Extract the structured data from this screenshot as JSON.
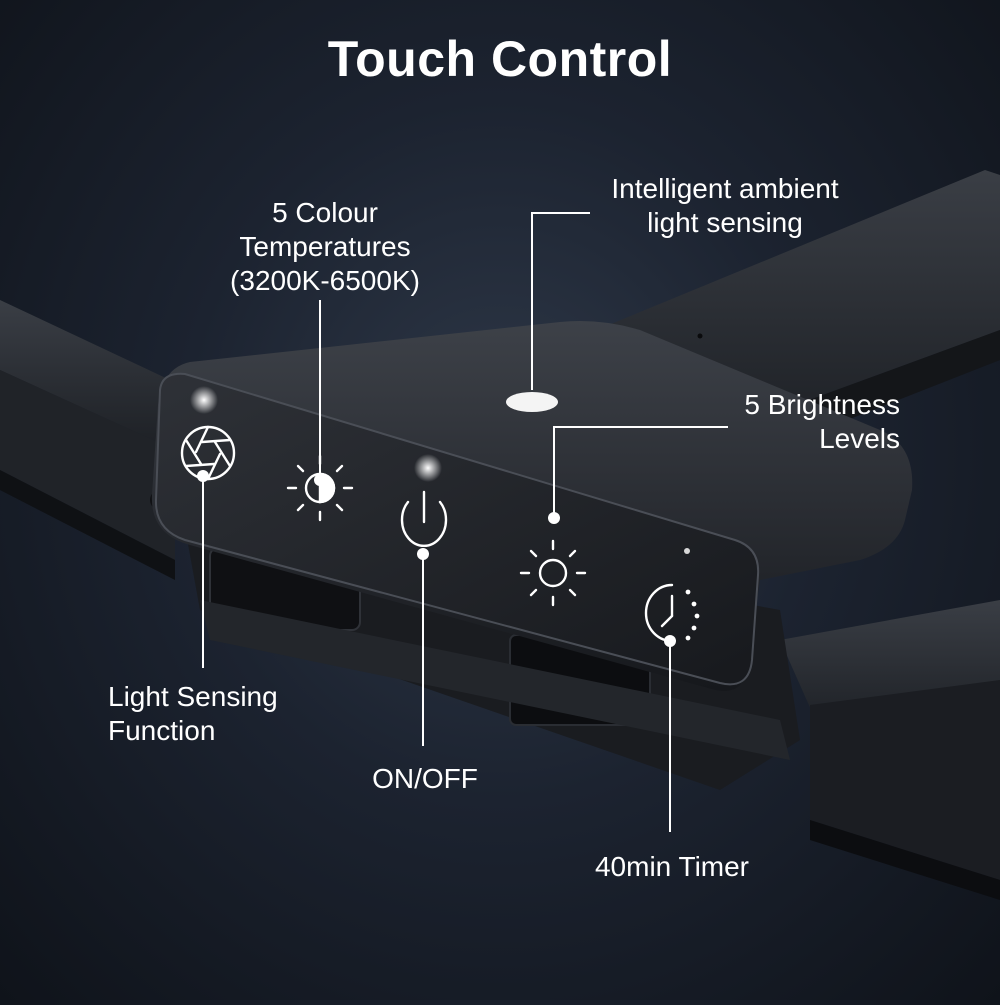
{
  "title": "Touch Control",
  "callouts": {
    "colour_temperatures": [
      "5 Colour",
      "Temperatures",
      "(3200K-6500K)"
    ],
    "ambient_sensing": [
      "Intelligent ambient",
      "light sensing"
    ],
    "brightness": [
      "5 Brightness",
      "Levels"
    ],
    "light_sensing": [
      "Light Sensing",
      "Function"
    ],
    "on_off": "ON/OFF",
    "timer": "40min Timer"
  },
  "icons": [
    "aperture-icon",
    "colour-temperature-icon",
    "power-icon",
    "brightness-icon",
    "timer-icon"
  ],
  "colors": {
    "background": "#1c2330",
    "device": "#2b2e33",
    "device_face": "#1e2024",
    "icon_stroke": "#ffffff",
    "indicator_light": "#ffffff"
  }
}
